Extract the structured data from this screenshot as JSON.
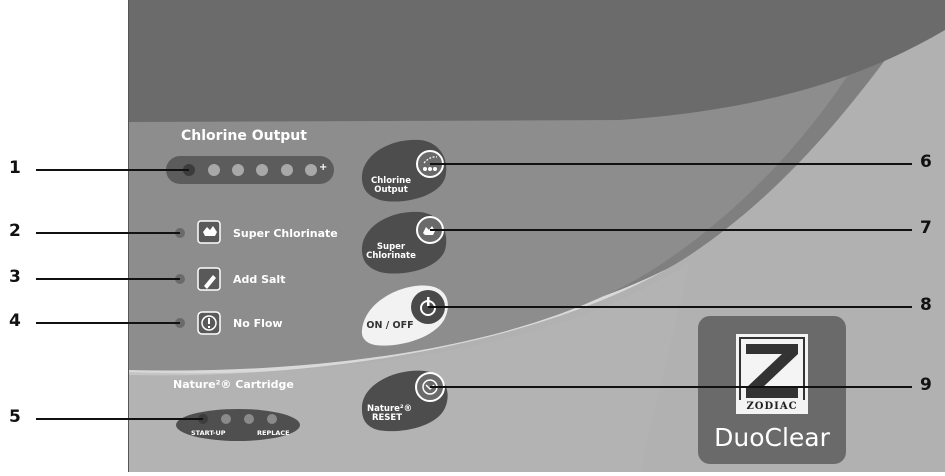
{
  "callouts": {
    "n1": "1",
    "n2": "2",
    "n3": "3",
    "n4": "4",
    "n5": "5",
    "n6": "6",
    "n7": "7",
    "n8": "8",
    "n9": "9"
  },
  "panel": {
    "chlorine_output_title": "Chlorine Output",
    "super_chlorinate_label": "Super Chlorinate",
    "add_salt_label": "Add Salt",
    "no_flow_label": "No Flow",
    "cartridge_title": "Nature²® Cartridge",
    "start_up_label": "START-UP",
    "replace_label": "REPLACE",
    "plus_sign": "+"
  },
  "buttons": {
    "chlorine_output_l1": "Chlorine",
    "chlorine_output_l2": "Output",
    "super_chlorinate_l1": "Super",
    "super_chlorinate_l2": "Chlorinate",
    "on_off": "ON / OFF",
    "nature_reset_l1": "Nature²®",
    "nature_reset_l2": "RESET"
  },
  "brand": {
    "maker": "ZODIAC",
    "product": "DuoClear"
  },
  "colors": {
    "top_band": "#6e6e6e",
    "mid_band": "#8c8c8c",
    "light_band": "#b4b4b4",
    "lightest_band": "#d6d6d6",
    "button_dark": "#5a5a5a",
    "logo_bg": "#6a6a6a"
  }
}
